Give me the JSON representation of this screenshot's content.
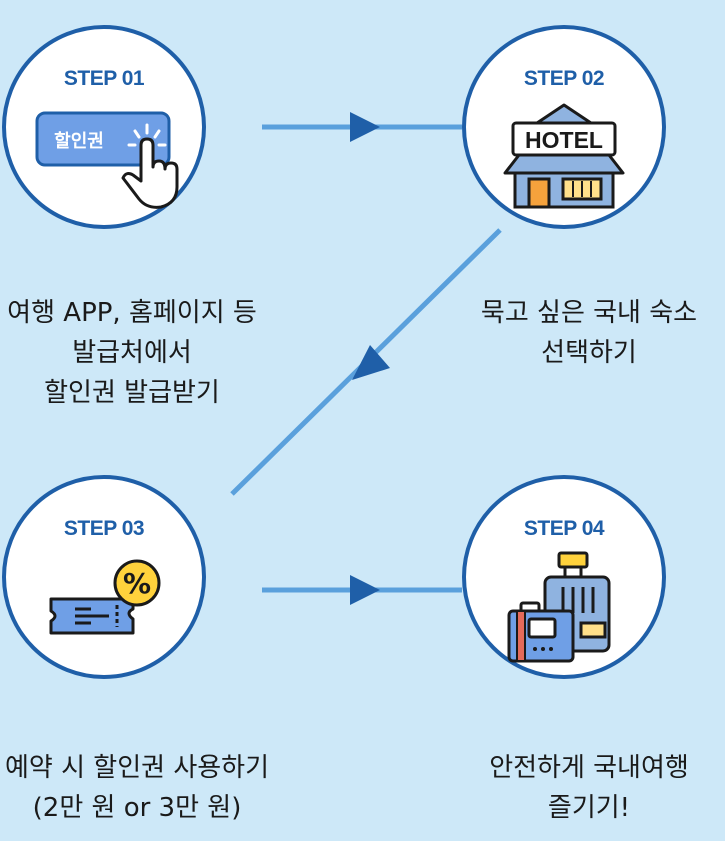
{
  "steps": [
    {
      "label": "STEP 01",
      "icon": "coupon-click-icon",
      "icon_text": "할인권",
      "caption": [
        "여행 APP, 홈페이지 등",
        "발급처에서",
        "할인권 발급받기"
      ]
    },
    {
      "label": "STEP 02",
      "icon": "hotel-icon",
      "icon_text": "HOTEL",
      "caption": [
        "묵고 싶은 국내 숙소",
        "선택하기"
      ]
    },
    {
      "label": "STEP 03",
      "icon": "discount-ticket-icon",
      "icon_text": "%",
      "caption": [
        "예약 시 할인권 사용하기",
        "(2만 원 or 3만 원)"
      ]
    },
    {
      "label": "STEP 04",
      "icon": "luggage-icon",
      "caption": [
        "안전하게 국내여행",
        "즐기기!"
      ]
    }
  ],
  "colors": {
    "background": "#cde8f8",
    "accent": "#1f5fa8",
    "connector": "#5aa0dc"
  }
}
